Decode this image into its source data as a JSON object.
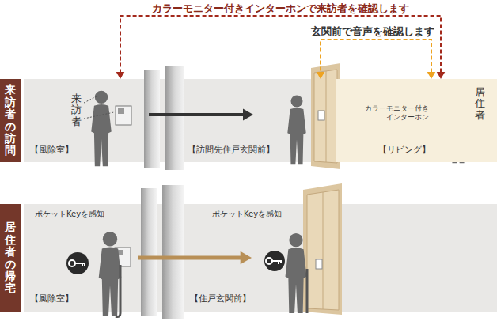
{
  "diagram": {
    "nodes": [
      {
        "text": [
          "来訪者の訪問"
        ]
      },
      {
        "text": [
          "【風除室】"
        ]
      },
      {
        "text": [
          "【訪問先住戸玄関前】"
        ]
      },
      {
        "text": [
          "【リビング】"
        ]
      },
      {
        "text": [
          "居住者の帰宅"
        ]
      },
      {
        "text": [
          "【風除室】"
        ]
      },
      {
        "text": [
          "【住戸玄関前】"
        ]
      }
    ],
    "edges": [
      {
        "from": 1,
        "to": 2,
        "arrow": "to"
      },
      {
        "from": 3,
        "to": 1,
        "label": "カラーモニター付きインターホンで来訪者を確認します",
        "arrow": "both"
      },
      {
        "from": 3,
        "to": 2,
        "label": "玄関前で音声を確認します",
        "arrow": "both"
      },
      {
        "from": 5,
        "to": 6,
        "arrow": "to"
      }
    ],
    "labels": [
      "来訪者",
      "カラーモニター付き インターホン",
      "居住者",
      "ポケットKeyを感知",
      "ポケットKeyを感知"
    ]
  }
}
